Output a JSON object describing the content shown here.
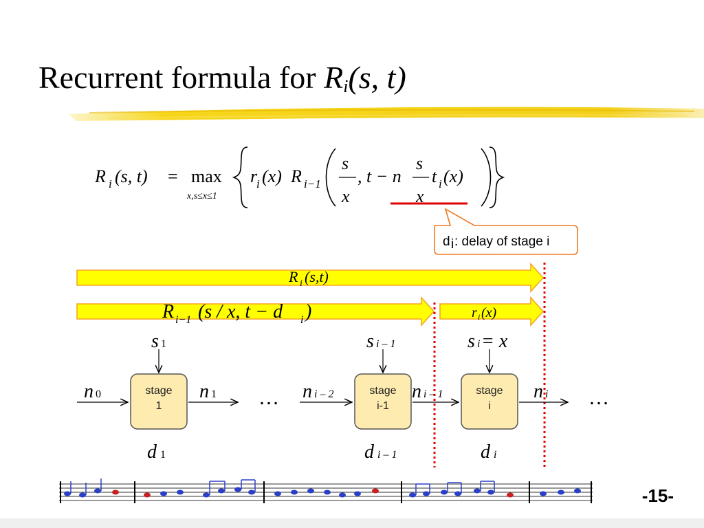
{
  "slide": {
    "title_prefix": "Recurrent formula for ",
    "title_R": "R",
    "title_sub_i": "i",
    "title_args": "(s, t)",
    "page_number": "-15-"
  },
  "formula": {
    "lhs_R": "R",
    "lhs_i": "i",
    "lhs_args": "(s, t)",
    "eq": "=",
    "max": "max",
    "max_sub": "x,s≤x≤1",
    "r": "r",
    "r_sub": "i",
    "r_arg": "(x)",
    "R2": "R",
    "R2_sub": "i−1",
    "s_num": "s",
    "x_den": "x",
    "comma_t_minus_n": ", t − n",
    "s_num2": "s",
    "x_den2": "x",
    "t": "t",
    "t_sub": "i",
    "t_arg": "(x)"
  },
  "callout": {
    "label_d": "d",
    "label_sub": "i",
    "label_rest": ": delay of stage i"
  },
  "bars": {
    "top_R": "R",
    "top_sub": "i",
    "top_args": "(s,t)",
    "mid_R": "R",
    "mid_sub": "i−1",
    "mid_args": "(s / x, t − d",
    "mid_args_sub": "i",
    "mid_close": ")",
    "right_r": "r",
    "right_sub": "i",
    "right_args": "(x)"
  },
  "stages": [
    {
      "label_line1": "stage",
      "label_line2": "1",
      "s": "s",
      "s_sub": "1",
      "d": "d",
      "d_sub": "1"
    },
    {
      "label_line1": "stage",
      "label_line2": "i-1",
      "s": "s",
      "s_sub": "i – 1",
      "d": "d",
      "d_sub": "i – 1"
    },
    {
      "label_line1": "stage",
      "label_line2": "i",
      "s": "s",
      "s_sub": "i",
      "s_extra": " = x",
      "d": "d",
      "d_sub": "i"
    }
  ],
  "flows": {
    "n0": "n",
    "n0_sub": "0",
    "n1": "n",
    "n1_sub": "1",
    "ni2": "n",
    "ni2_sub": "i – 2",
    "ni1": "n",
    "ni1_sub": "i – 1",
    "ni": "n",
    "ni_sub": "i",
    "ellipsis": "…"
  },
  "colors": {
    "highlight_yellow": "#ffff00",
    "arrow_outline": "#f5a623",
    "red_dotted": "#e00000",
    "underline_red": "#e00000",
    "callout_border": "#f07820",
    "stage_fill": "#fdebb0",
    "stage_border": "#555555"
  }
}
